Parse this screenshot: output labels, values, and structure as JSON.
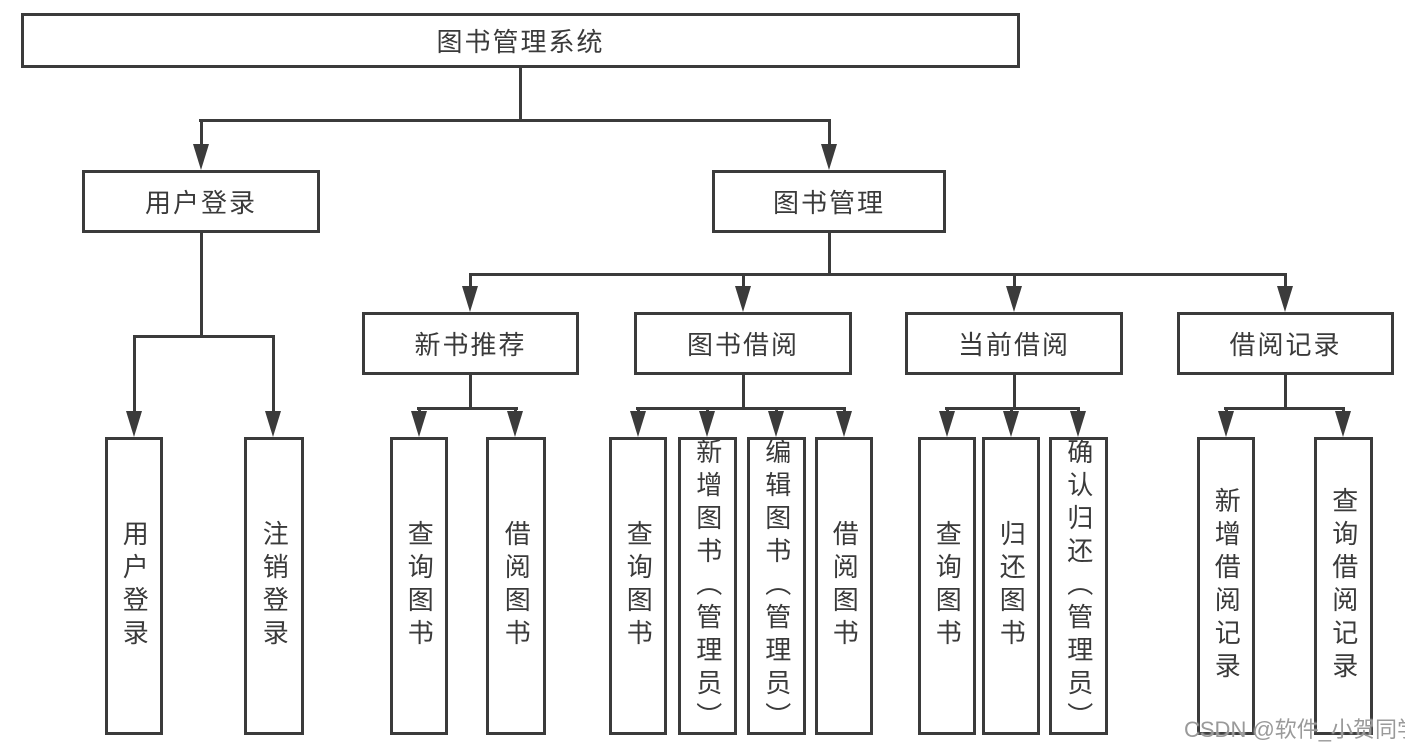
{
  "colors": {
    "line": "#3b3b3b",
    "text": "#3a3a3a",
    "watermark": "#9a9a9a",
    "background": "#ffffff"
  },
  "tree": {
    "root": {
      "label": "图书管理系统"
    },
    "branches": [
      {
        "label": "用户登录",
        "children": [
          {
            "label": "用户登录"
          },
          {
            "label": "注销登录"
          }
        ]
      },
      {
        "label": "图书管理",
        "children": [
          {
            "label": "新书推荐",
            "children": [
              {
                "label": "查询图书"
              },
              {
                "label": "借阅图书"
              }
            ]
          },
          {
            "label": "图书借阅",
            "children": [
              {
                "label": "查询图书"
              },
              {
                "label": "新增图书（管理员）"
              },
              {
                "label": "编辑图书（管理员）"
              },
              {
                "label": "借阅图书"
              }
            ]
          },
          {
            "label": "当前借阅",
            "children": [
              {
                "label": "查询图书"
              },
              {
                "label": "归还图书"
              },
              {
                "label": "确认归还（管理员）"
              }
            ]
          },
          {
            "label": "借阅记录",
            "children": [
              {
                "label": "新增借阅记录"
              },
              {
                "label": "查询借阅记录"
              }
            ]
          }
        ]
      }
    ]
  },
  "watermark": {
    "text": "CSDN @软件_小贺同学"
  }
}
